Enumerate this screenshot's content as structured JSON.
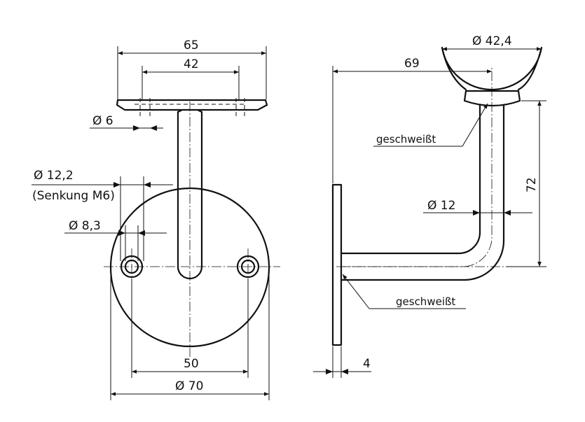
{
  "views": {
    "front": {
      "dim_plate_width": "65",
      "dim_hole_spacing_top": "42",
      "dim_hole_top": "Ø 6",
      "dim_countersink": "Ø 12,2",
      "countersink_note": "(Senkung M6)",
      "dim_hole": "Ø 8,3",
      "dim_hole_spacing": "50",
      "dim_base_diameter": "Ø 70"
    },
    "side": {
      "dim_saddle_diameter": "Ø 42,4",
      "dim_projection": "69",
      "weld_label_top": "geschweißt",
      "dim_height": "72",
      "dim_tube": "Ø 12",
      "weld_label_bottom": "geschweißt",
      "dim_base_thickness": "4"
    }
  }
}
